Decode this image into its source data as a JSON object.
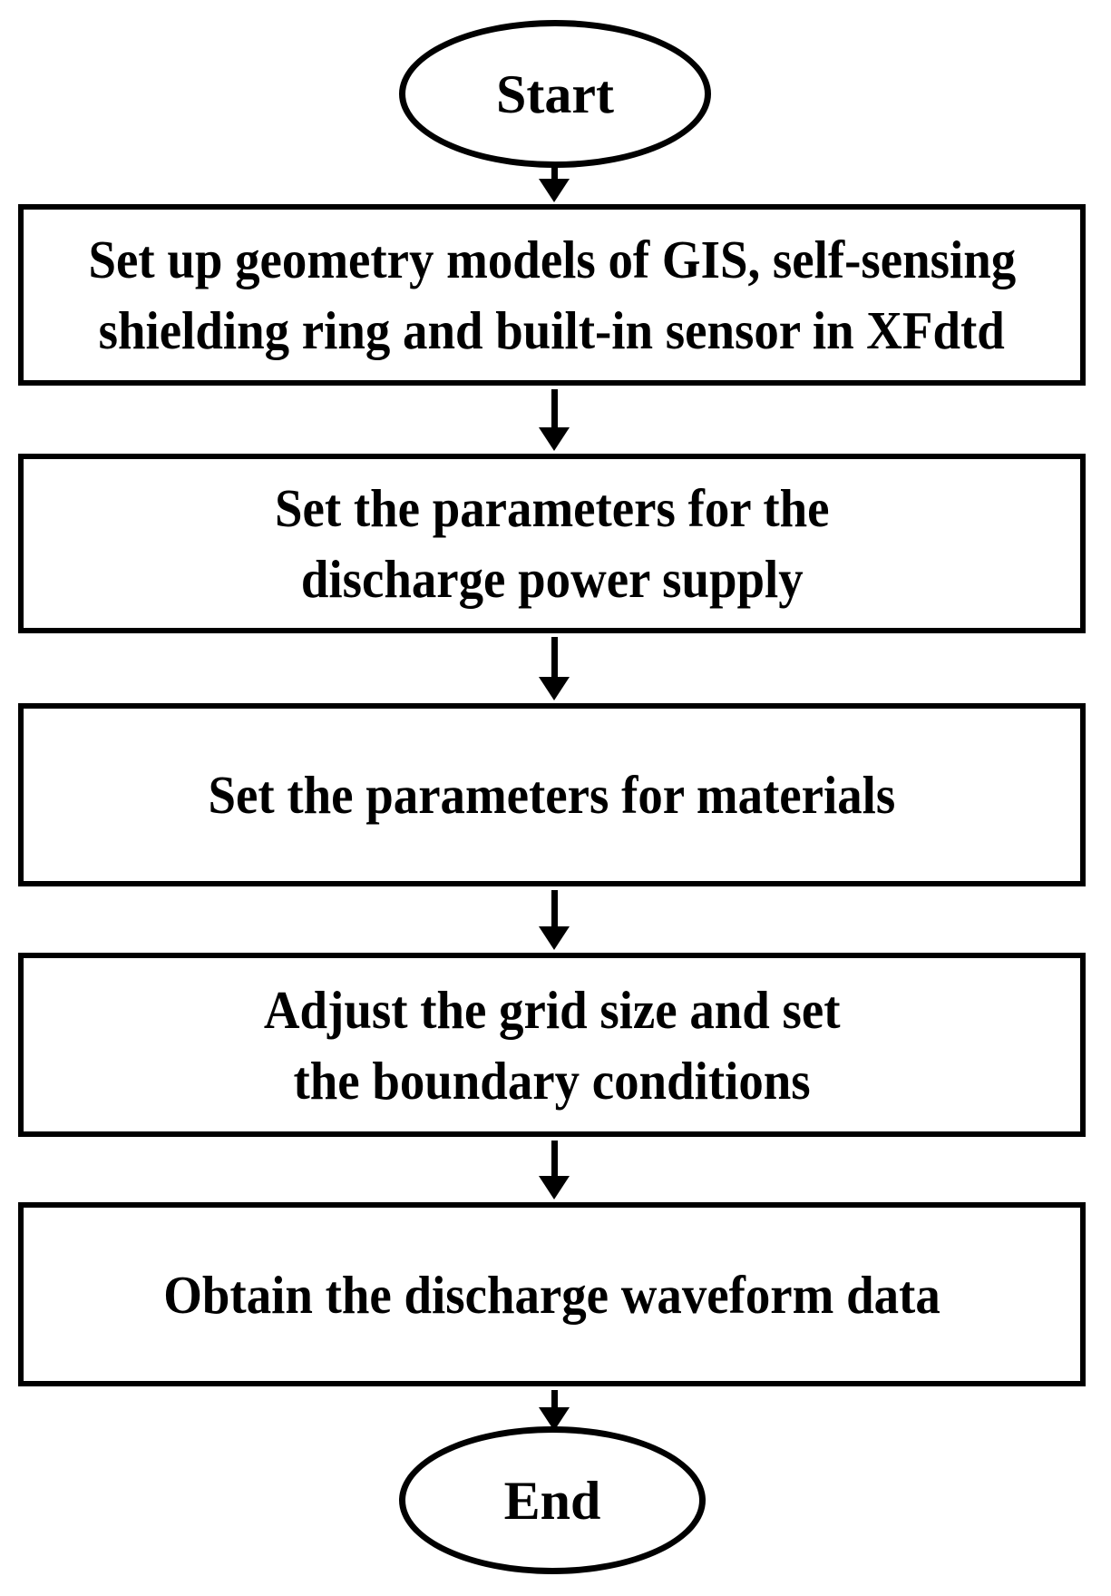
{
  "flowchart": {
    "start": {
      "label": "Start"
    },
    "end": {
      "label": "End"
    },
    "steps": [
      {
        "lines": [
          "Set up geometry models of GIS, self-sensing",
          "shielding ring and built-in sensor in XFdtd"
        ]
      },
      {
        "lines": [
          "Set the parameters for the",
          "discharge power supply"
        ]
      },
      {
        "lines": [
          "Set the parameters for materials"
        ]
      },
      {
        "lines": [
          "Adjust the grid size and set",
          "the boundary conditions"
        ]
      },
      {
        "lines": [
          "Obtain the discharge waveform data"
        ]
      }
    ],
    "colors": {
      "stroke": "#000000",
      "text": "#000000",
      "background": "#ffffff"
    }
  }
}
